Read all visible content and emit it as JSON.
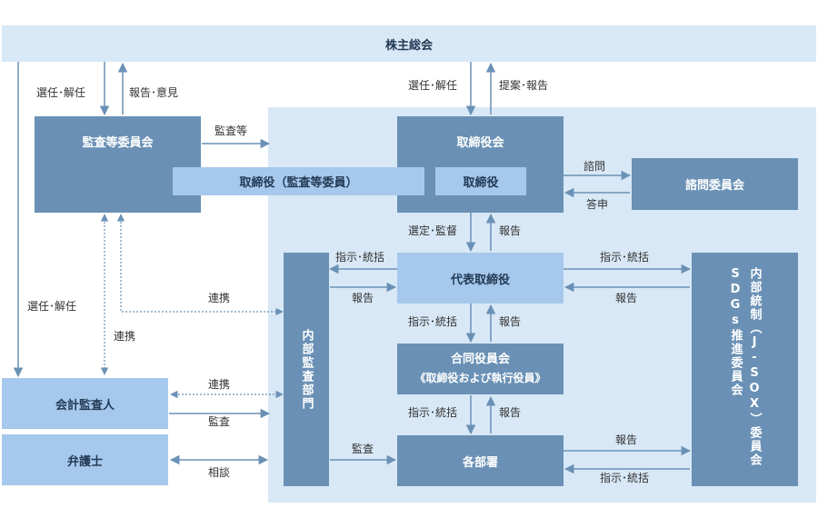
{
  "colors": {
    "dark_box": "#6a91b5",
    "light_box": "#a6c8ec",
    "pale_area": "#d8e8f6",
    "arrow": "#6a91b5"
  },
  "boxes": {
    "shareholders": "株主総会",
    "audit_committee": "監査等委員会",
    "directors_audit": "取締役（監査等委員）",
    "board": "取締役会",
    "director": "取締役",
    "advisory": "諮問委員会",
    "ceo": "代表取締役",
    "internal_audit": "内部監査部門",
    "joint_officers_title": "合同役員会",
    "joint_officers_sub": "《取締役および執行役員》",
    "departments": "各部署",
    "accounting_auditor": "会計監査人",
    "lawyer": "弁護士",
    "internal_control_line1": "内部統制（J-SOX）委員会",
    "internal_control_line2": "SDGs推進委員会"
  },
  "labels": {
    "elect_dismiss": "選任･解任",
    "report_opinion": "報告･意見",
    "propose_report": "提案･報告",
    "audit_etc": "監査等",
    "consult": "諮問",
    "answer": "答申",
    "select_supervise": "選定･監督",
    "report": "報告",
    "instruct_oversee": "指示･統括",
    "cooperate": "連携",
    "audit": "監査",
    "consultation": "相談"
  }
}
